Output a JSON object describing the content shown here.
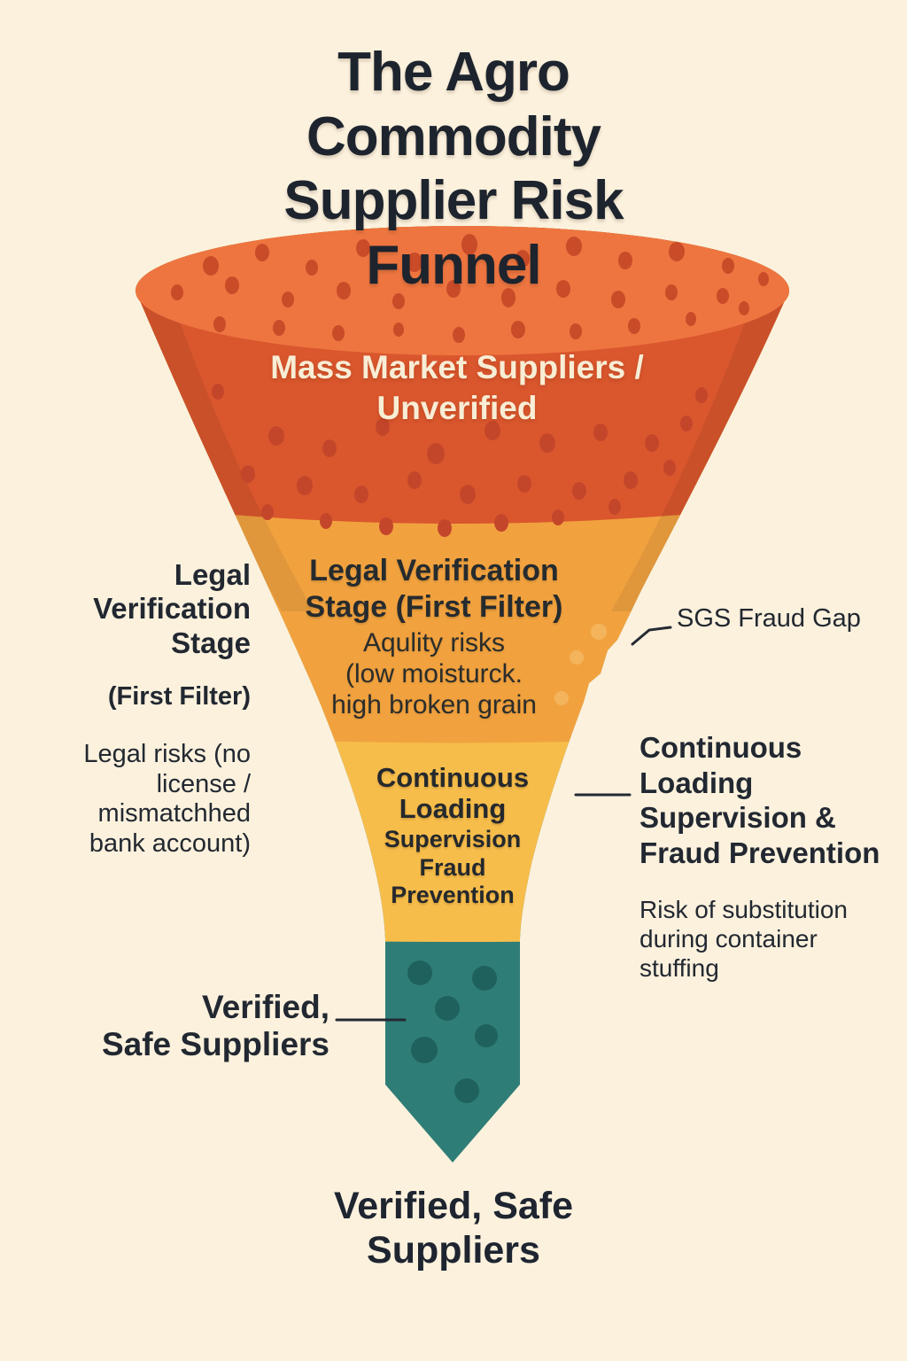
{
  "title": "The Agro Commodity\nSupplier Risk Funnel",
  "funnel": {
    "stage1": {
      "label": "Mass Market Suppliers /\nUnverified"
    },
    "stage2": {
      "heading": "Legal Verification\nStage (First Filter)",
      "body": "Aqulity risks\n(low moisturck.\nhigh broken grain"
    },
    "stage3": {
      "heading": "Continuous\nLoading",
      "body": "Supervision\nFraud\nPrevention"
    }
  },
  "callouts": {
    "legal_left": {
      "heading": "Legal\nVerification\nStage",
      "subheading": "(First Filter)",
      "body": "Legal risks (no\nlicense /\nmismatchhed\nbank account)"
    },
    "sgs_gap": {
      "label": "SGS Fraud Gap"
    },
    "loading_right": {
      "heading": "Continuous\nLoading\nSupervision &\nFraud Prevention",
      "body": "Risk of substitution\nduring container\nstuffing"
    },
    "outlet_left": {
      "label": "Verified,\nSafe Suppliers"
    },
    "bottom_caption": "Verified, Safe\nSuppliers"
  },
  "colors": {
    "background": "#fbf1dd",
    "text_dark": "#222831",
    "text_light": "#f8edd5",
    "rim": "#ee7540",
    "rim_dots": "#c94b28",
    "stage1_body": "#da572e",
    "stage1_dots": "#c4462a",
    "stage2_body": "#f1a23f",
    "stage2_dots": "#f4b45c",
    "stage3_body": "#f7bd4b",
    "stage4_body": "#2f7d77",
    "stage4_dots": "#1f615d",
    "connector": "#242a33"
  }
}
